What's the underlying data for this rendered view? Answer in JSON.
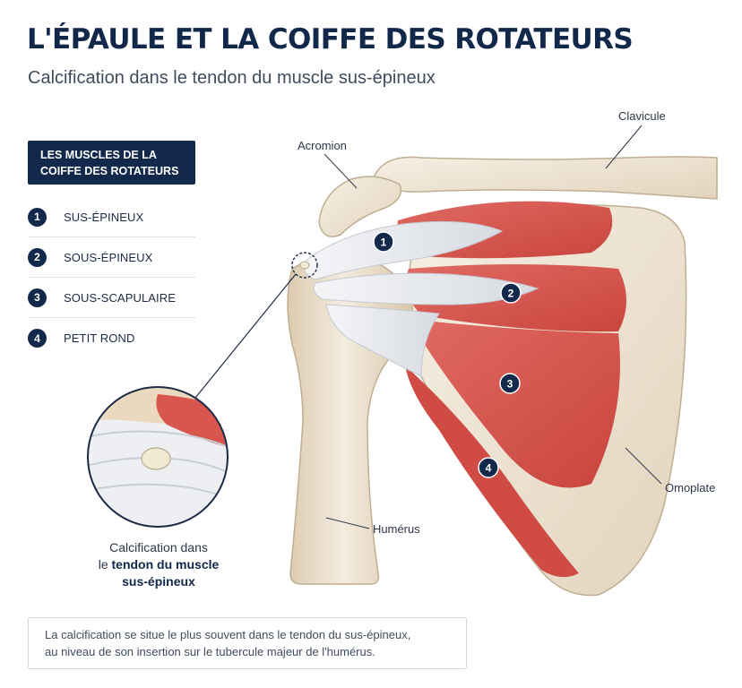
{
  "header": {
    "title": "L'ÉPAULE ET LA COIFFE DES ROTATEURS",
    "subtitle": "Calcification dans le tendon du muscle sus-épineux"
  },
  "legend": {
    "heading_line1": "LES MUSCLES DE LA",
    "heading_line2": "COIFFE DES ROTATEURS",
    "items": [
      {
        "number": "1",
        "label": "SUS-ÉPINEUX"
      },
      {
        "number": "2",
        "label": "SOUS-ÉPINEUX"
      },
      {
        "number": "3",
        "label": "SOUS-SCAPULAIRE"
      },
      {
        "number": "4",
        "label": "PETIT ROND"
      }
    ]
  },
  "labels": {
    "acromion": "Acromion",
    "clavicule": "Clavicule",
    "humerus": "Humérus",
    "omoplate": "Omoplate"
  },
  "markers": [
    "1",
    "2",
    "3",
    "4"
  ],
  "zoom_caption": {
    "line1": "Calcification dans",
    "line2_prefix": "le",
    "line2_bold": "tendon du muscle",
    "line3_bold": "sus-épineux"
  },
  "note": {
    "line1": "La calcification se situe le plus souvent dans le tendon du sus-épineux,",
    "line2": "au niveau de son insertion sur le tubercule majeur de l'humérus."
  },
  "colors": {
    "navy": "#13294b",
    "muscle": "#d9564f",
    "bone": "#efe6d6",
    "tendon": "#e9ebee"
  }
}
